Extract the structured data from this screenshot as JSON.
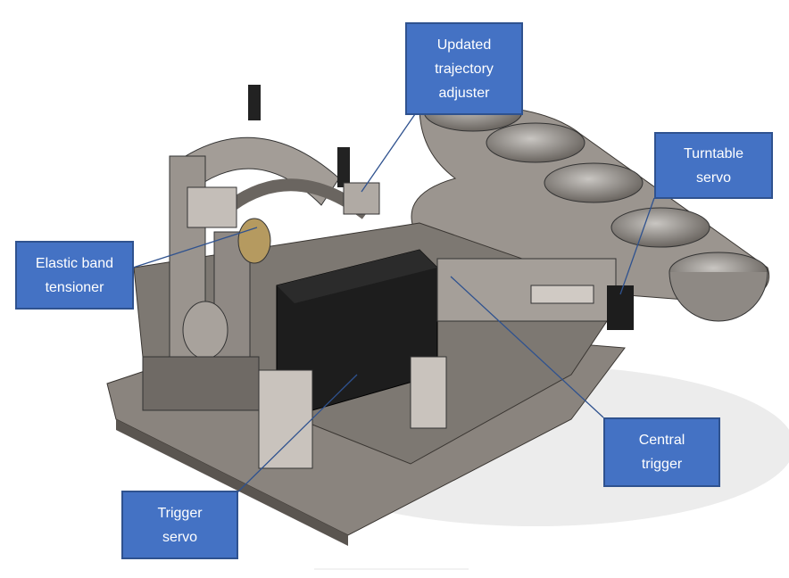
{
  "colors": {
    "callout_fill": "#4472C4",
    "callout_border": "#2F528F",
    "leader_line": "#2F528F"
  },
  "callouts": {
    "trajectory_adjuster": "Updated\ntrajectory\nadjuster",
    "turntable_servo": "Turntable\nservo",
    "elastic_band_tensioner": "Elastic band\ntensioner",
    "central_trigger": "Central\ntrigger",
    "trigger_servo": "Trigger\nservo"
  }
}
